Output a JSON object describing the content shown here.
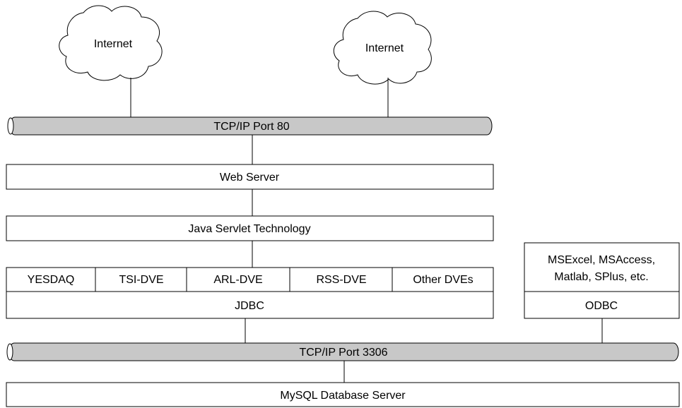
{
  "clouds": {
    "left_label": "Internet",
    "right_label": "Internet"
  },
  "pipes": {
    "top_label": "TCP/IP Port 80",
    "bottom_label": "TCP/IP Port 3306"
  },
  "layers": {
    "web_server": "Web Server",
    "java_servlet": "Java Servlet Technology",
    "jdbc": "JDBC",
    "odbc": "ODBC",
    "mysql": "MySQL Database Server"
  },
  "dve_modules": [
    "YESDAQ",
    "TSI-DVE",
    "ARL-DVE",
    "RSS-DVE",
    "Other DVEs"
  ],
  "client_apps": {
    "line1": "MSExcel, MSAccess,",
    "line2": "Matlab, SPlus, etc."
  }
}
